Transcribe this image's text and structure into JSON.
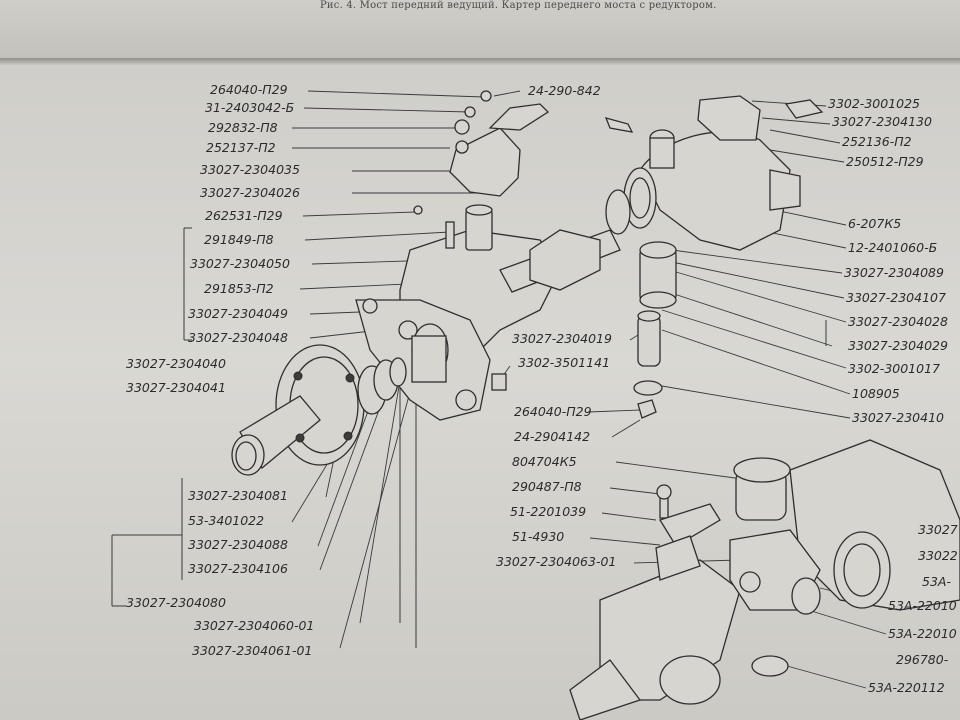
{
  "caption": "Рис. 4. Мост передний ведущий. Картер переднего моста с редуктором.",
  "labels_left": [
    "264040-П29",
    "31-2403042-Б",
    "292832-П8",
    "252137-П2",
    "33027-2304035",
    "33027-2304026",
    "262531-П29",
    "291849-П8",
    "33027-2304050",
    "291853-П2",
    "33027-2304049",
    "33027-2304048",
    "33027-2304040",
    "33027-2304041",
    "33027-2304081",
    "53-3401022",
    "33027-2304088",
    "33027-2304106",
    "33027-2304080",
    "33027-2304060-01",
    "33027-2304061-01"
  ],
  "labels_center": [
    "24-290-842",
    "33027-2304019",
    "3302-3501141",
    "264040-П29",
    "24-2904142",
    "804704К5",
    "290487-П8",
    "51-2201039",
    "51-4930",
    "33027-2304063-01"
  ],
  "labels_right": [
    "3302-3001025",
    "33027-2304130",
    "252136-П2",
    "250512-П29",
    "6-207К5",
    "12-2401060-Б",
    "33027-2304089",
    "33027-2304107",
    "33027-2304028",
    "33027-2304029",
    "3302-3001017",
    "108905",
    "33027-230410",
    "33027",
    "33022",
    "53А-",
    "53А-22010",
    "53А-22010",
    "296780-",
    "53А-220112"
  ]
}
